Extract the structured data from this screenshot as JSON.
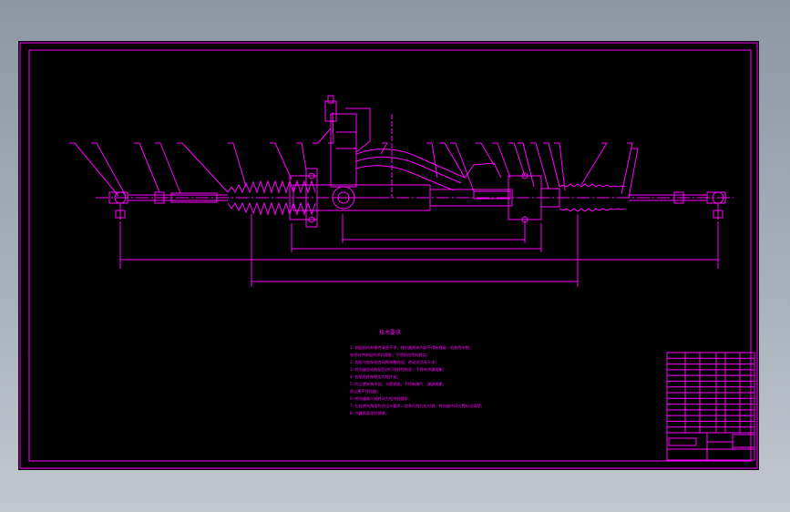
{
  "drawing": {
    "notes_title": "技术要求",
    "notes_lines": [
      "1. 装配前所有零件清洗干净，转向器壳体内部不得有铁屑、毛刺等杂物；",
      "   各密封件装配时涂润滑脂，不得损伤密封唇口；",
      "2. 齿轮与齿条啮合间隙调整合适，转动灵活无卡滞；",
      "3. 转向器总成装配后进行密封性检验，不得有渗漏现象；",
      "4. 各紧固件按规定力矩拧紧；",
      "5. 防尘罩安装牢固，卡箍锁紧，不得有漏气、漏油现象，",
      "   防尘罩不得扭曲；",
      "6. 转向器输入轴转动力矩符合要求；",
      "7. 左右转向角度符合设计要求，齿条行程左右对称，转向器中间位置标记清楚；",
      "8. 外露表面涂防锈漆。"
    ],
    "callout_count": 24,
    "title_block_rows": 14,
    "colors": {
      "line": "#ff00ff",
      "paper": "#000000",
      "backdrop": "#9aa3af"
    }
  }
}
